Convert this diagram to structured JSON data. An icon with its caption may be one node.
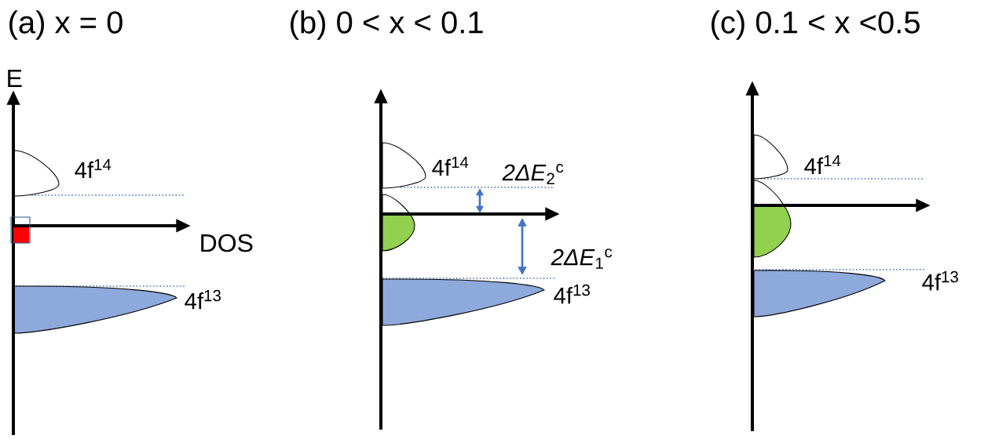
{
  "diagram": {
    "labels": [
      "(a) x = 0",
      "(b) 0 < x < 0.1",
      "(c) 0.1 < x <0.5",
      "E",
      "4f$^{14}$",
      "DOS",
      "4f$^{13}$",
      "4f$^{14}$",
      "*2ΔE*$_{2}$$^{c}$",
      "*2ΔE*$_{1}$$^{c}$",
      "4f$^{13}$",
      "4f$^{14}$",
      "4f$^{13}$"
    ]
  }
}
